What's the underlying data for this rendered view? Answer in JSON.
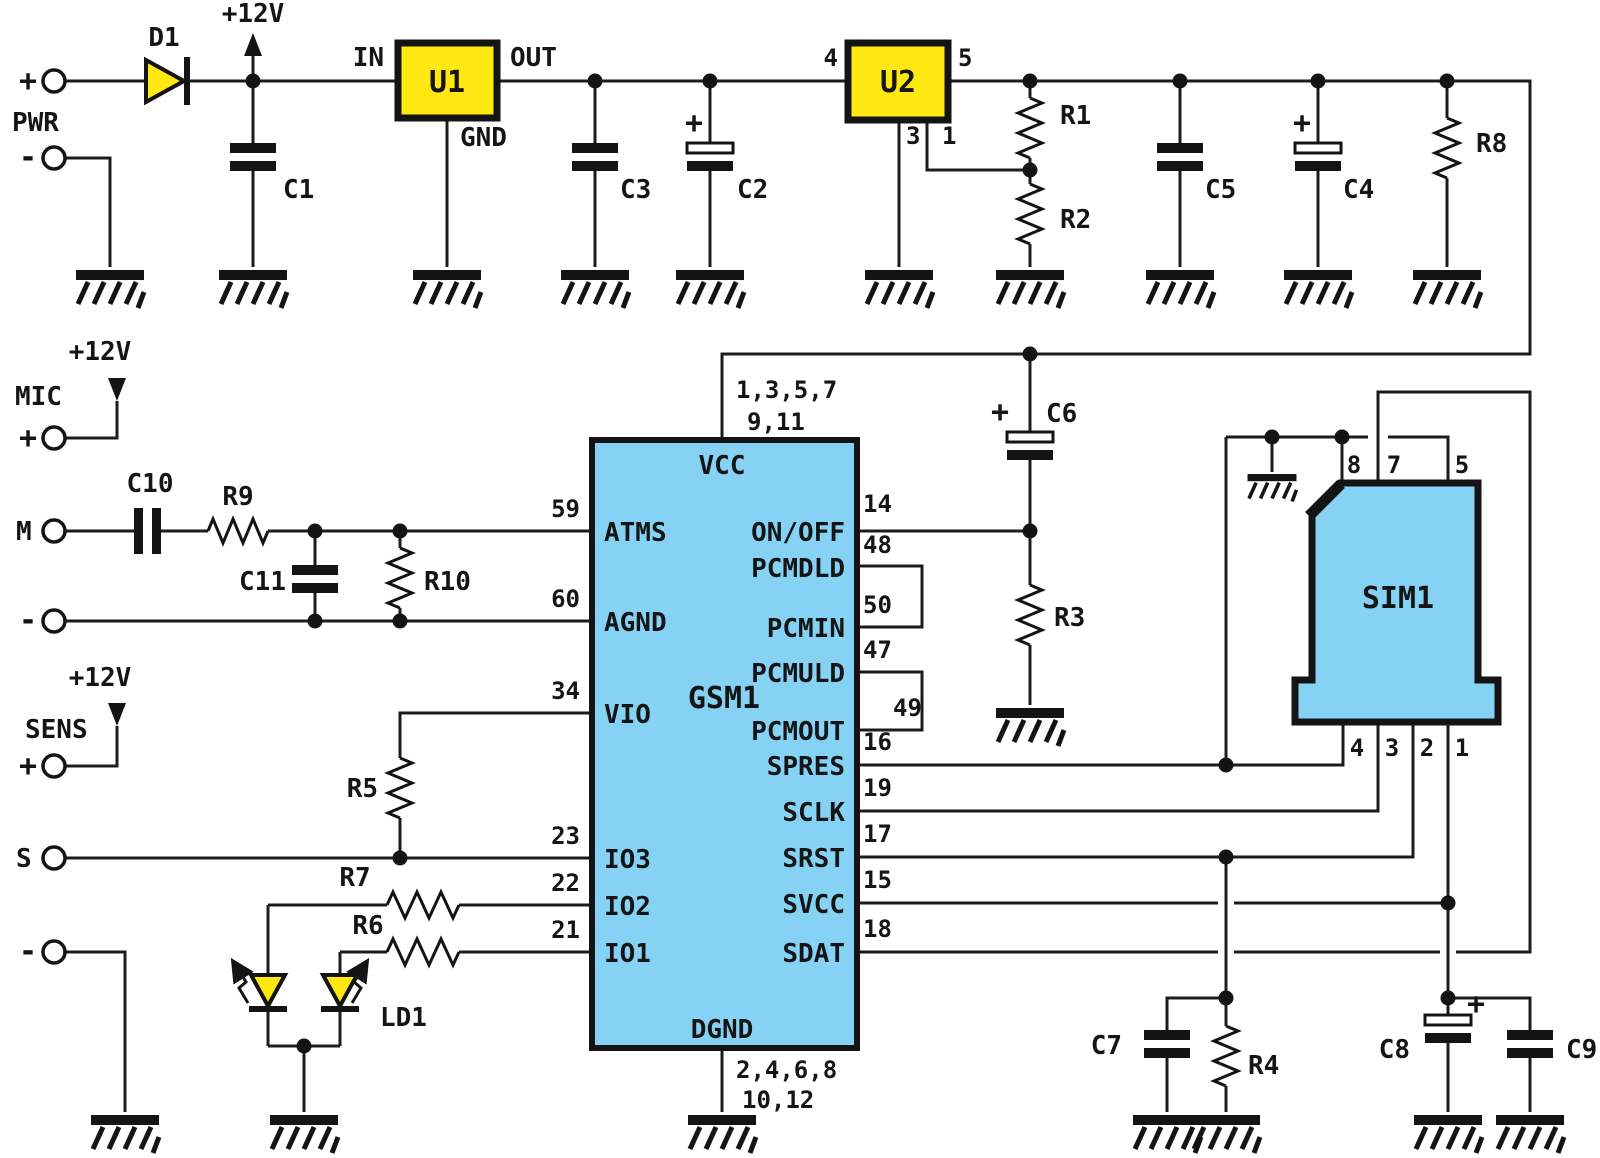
{
  "schematic": {
    "power": {
      "plus": "+",
      "label": "PWR",
      "minus": "-",
      "v12": "+12V",
      "d1": "D1",
      "c1": "C1",
      "u1": {
        "name": "U1",
        "in": "IN",
        "out": "OUT",
        "gnd": "GND"
      },
      "c3": "C3",
      "c2": "C2",
      "c2_plus": "+",
      "u2": {
        "name": "U2",
        "pin4": "4",
        "pin5": "5",
        "pin3": "3",
        "pin1": "1"
      },
      "r1": "R1",
      "r2": "R2",
      "c5": "C5",
      "c4": "C4",
      "c4_plus": "+",
      "r8": "R8"
    },
    "mic": {
      "label": "MIC",
      "v12": "+12V",
      "plus": "+",
      "m": "M",
      "minus": "-",
      "c10": "C10",
      "r9": "R9",
      "c11": "C11",
      "r10": "R10"
    },
    "sens": {
      "label": "SENS",
      "v12": "+12V",
      "plus": "+",
      "s": "S",
      "minus": "-",
      "r5": "R5"
    },
    "leds": {
      "r7": "R7",
      "r6": "R6",
      "name": "LD1"
    },
    "gsm": {
      "name": "GSM1",
      "vcc_label": "VCC",
      "vcc_pins_a": "1,3,5,7",
      "vcc_pins_b": "9,11",
      "dgnd_label": "DGND",
      "dgnd_pins_a": "2,4,6,8",
      "dgnd_pins_b": "10,12",
      "left_pins": [
        {
          "num": "59",
          "name": "ATMS"
        },
        {
          "num": "60",
          "name": "AGND"
        },
        {
          "num": "34",
          "name": "VIO"
        },
        {
          "num": "23",
          "name": "IO3"
        },
        {
          "num": "22",
          "name": "IO2"
        },
        {
          "num": "21",
          "name": "IO1"
        }
      ],
      "right_pins": [
        {
          "num": "14",
          "name": "ON/OFF"
        },
        {
          "num": "48",
          "name": "PCMDLD"
        },
        {
          "num": "50",
          "name": "PCMIN"
        },
        {
          "num": "47",
          "name": "PCMULD"
        },
        {
          "num": "49",
          "name": "PCMOUT"
        },
        {
          "num": "16",
          "name": "SPRES"
        },
        {
          "num": "19",
          "name": "SCLK"
        },
        {
          "num": "17",
          "name": "SRST"
        },
        {
          "num": "15",
          "name": "SVCC"
        },
        {
          "num": "18",
          "name": "SDAT"
        }
      ]
    },
    "onoff": {
      "c6": "C6",
      "c6_plus": "+",
      "r3": "R3"
    },
    "sim": {
      "name": "SIM1",
      "top_pins": [
        "8",
        "7",
        "5"
      ],
      "bottom_pins": [
        "4",
        "3",
        "2",
        "1"
      ],
      "c7": "C7",
      "r4": "R4",
      "c8": "C8",
      "c8_plus": "+",
      "c9": "C9"
    },
    "colors": {
      "yellow": "#ffe712",
      "blue": "#86d2f4",
      "wire": "#1c1c1c",
      "bg": "#ffffff"
    }
  }
}
